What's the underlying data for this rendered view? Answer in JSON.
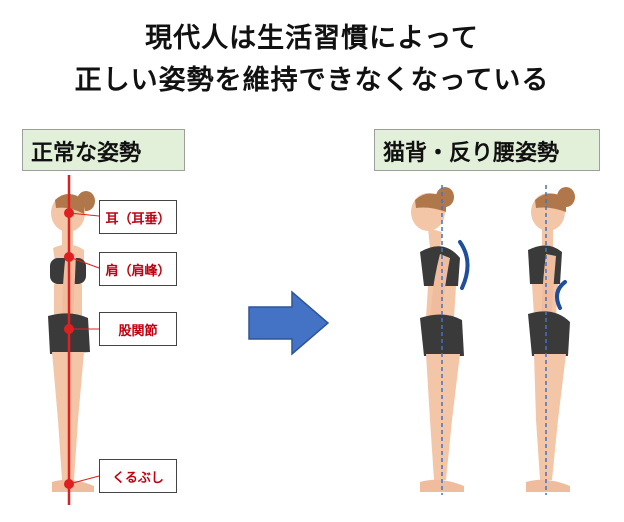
{
  "heading": {
    "line1": "現代人は生活習慣によって",
    "line2": "正しい姿勢を維持できなくなっている"
  },
  "sections": {
    "normal_label": "正常な姿勢",
    "bad_label": "猫背・反り腰姿勢"
  },
  "landmarks": {
    "ear": "耳（耳垂）",
    "shoulder": "肩（肩峰）",
    "hip": "股関節",
    "ankle": "くるぶし"
  },
  "colors": {
    "label_bg": "#e2efd9",
    "callout_text": "#c0000f",
    "alignment_line": "#e02020",
    "arrow": "#4472c4",
    "curve_marker": "#1f4e9c",
    "skin": "#f3c6a8",
    "hair": "#b0784a",
    "clothing": "#3a3a3a"
  },
  "icons": {
    "arrow": "right-arrow-icon"
  }
}
